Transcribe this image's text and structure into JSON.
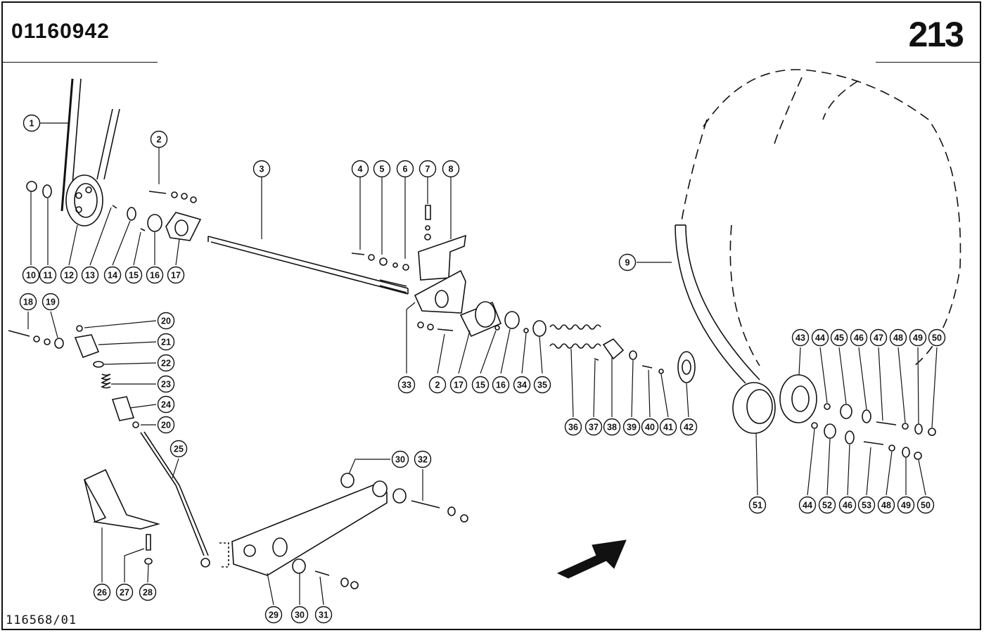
{
  "header": {
    "document_number": "01160942",
    "page_number": "213"
  },
  "footer": {
    "reference": "116568/01"
  },
  "callouts": [
    "1",
    "2",
    "3",
    "4",
    "5",
    "6",
    "7",
    "8",
    "9",
    "10",
    "11",
    "12",
    "13",
    "14",
    "15",
    "16",
    "17",
    "18",
    "19",
    "20",
    "21",
    "22",
    "23",
    "24",
    "20",
    "25",
    "26",
    "27",
    "28",
    "29",
    "30",
    "31",
    "30",
    "32",
    "33",
    "2",
    "17",
    "15",
    "16",
    "34",
    "35",
    "36",
    "37",
    "38",
    "39",
    "40",
    "41",
    "42",
    "43",
    "44",
    "45",
    "46",
    "47",
    "48",
    "49",
    "50",
    "51",
    "44",
    "52",
    "46",
    "53",
    "48",
    "49",
    "50"
  ]
}
